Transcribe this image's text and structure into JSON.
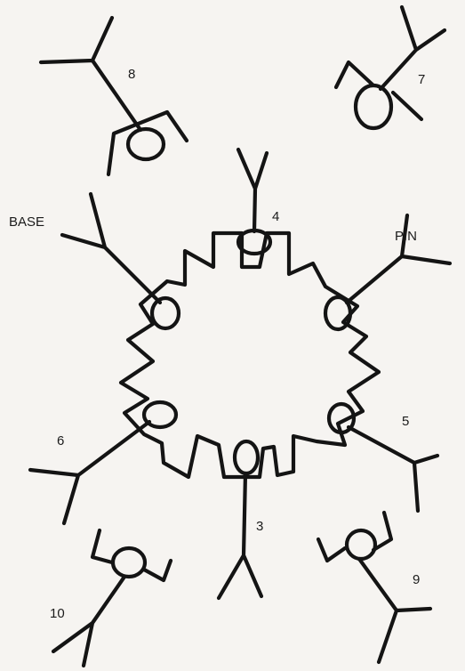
{
  "labels": {
    "base": "BASE",
    "pin": "PIN",
    "n3": "3",
    "n4": "4",
    "n5": "5",
    "n6": "6",
    "n7": "7",
    "n8": "8",
    "n9": "9",
    "n10": "10"
  }
}
